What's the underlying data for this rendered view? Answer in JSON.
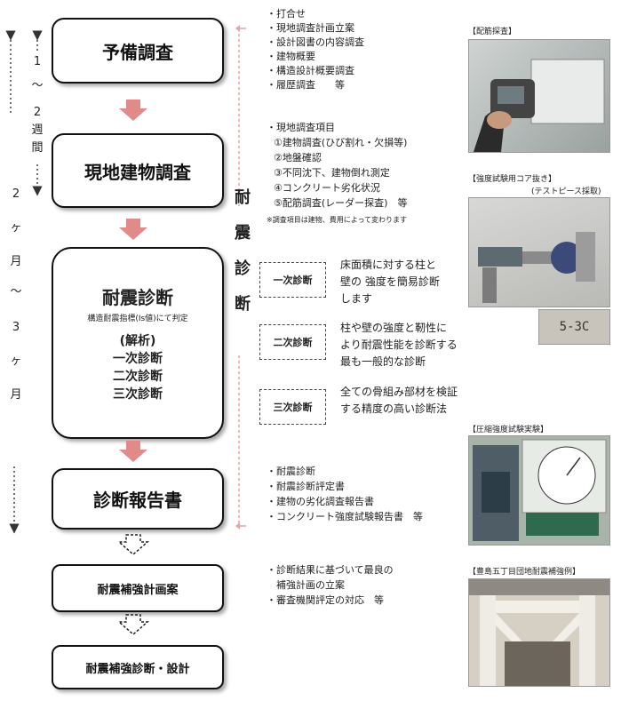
{
  "timeline": {
    "upper": [
      "1",
      "〜",
      "2",
      "週",
      "間"
    ],
    "lower": [
      "2",
      "ヶ",
      "月",
      "〜",
      "3",
      "ヶ",
      "月"
    ]
  },
  "steps": {
    "prelim": "予備調査",
    "site": "現地建物調査",
    "diag_title": "耐震診断",
    "diag_sub": "構造耐震指標(Is値)にて判定",
    "diag_analysis": "(解析)",
    "diag_l1": "一次診断",
    "diag_l2": "二次診断",
    "diag_l3": "三次診断",
    "report": "診断報告書",
    "plan": "耐震補強計画案",
    "design": "耐震補強診断・設計"
  },
  "side_vertical": [
    "耐",
    "震",
    "診",
    "断"
  ],
  "levels": [
    {
      "name": "一次診断",
      "desc": [
        "床面積に対する柱と",
        "壁の 強度を簡易診断",
        "します"
      ]
    },
    {
      "name": "二次診断",
      "desc": [
        "柱や壁の強度と靭性に",
        "より耐震性能を診断する",
        "最も一般的な診断"
      ]
    },
    {
      "name": "三次診断",
      "desc": [
        "全ての骨組み部材を検証",
        "する精度の高い診断法"
      ]
    }
  ],
  "list_prelim": [
    "・打合せ",
    "・現地調査計画立案",
    "・設計図書の内容調査",
    "・建物概要",
    "・構造設計概要調査",
    "・履歴調査　　等"
  ],
  "list_site_head": "・現地調査項目",
  "list_site": [
    "①建物調査(ひび割れ・欠損等)",
    "②地盤確認",
    "③不同沈下、建物倒れ測定",
    "④コンクリート劣化状況",
    "⑤配筋調査(レーダー探査)　等"
  ],
  "list_site_note": "※調査項目は建物、費用によって変わります",
  "list_report": [
    "・耐震診断",
    "・耐震診断評定書",
    "・建物の劣化調査報告書",
    "・コンクリート強度試験報告書　等"
  ],
  "list_plan": [
    "・診断結果に基づいて最良の",
    "　補強計画の立案",
    "・審査機関評定の対応　等"
  ],
  "photos": {
    "p1_label": "【配筋探査】",
    "p2_label": "【強度試験用コア抜き】",
    "p2_sub": "(テストピース採取)",
    "p2b_text": "5-3C",
    "p3_label": "【圧縮強度試験実験】",
    "p4_label": "【豊島五丁目団地耐震補強例】"
  },
  "colors": {
    "arrow": "#e08a8a",
    "dash_connector": "#e5a3a3"
  }
}
